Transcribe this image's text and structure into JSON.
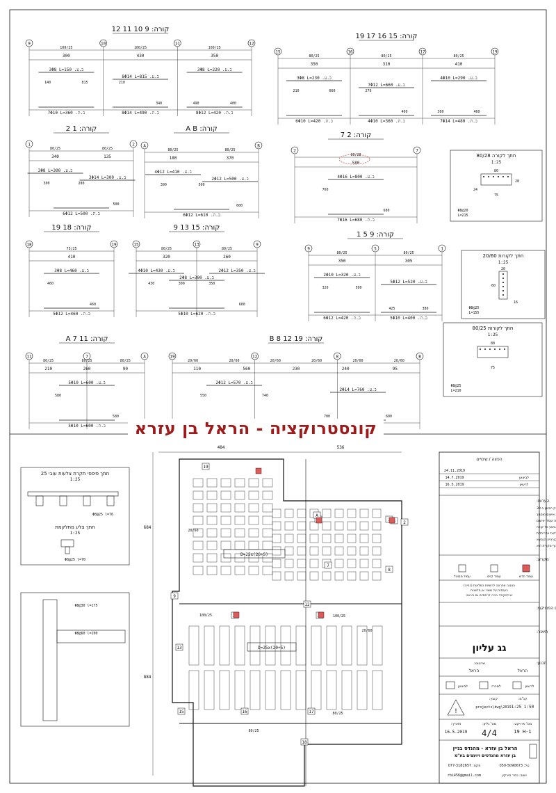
{
  "banner": {
    "title": "קונסטרוקציה - הראל בן עזרא"
  },
  "beams": [
    {
      "id": "b1",
      "title": "קורה: 9 10 11 12",
      "axes": [
        "9",
        "10",
        "11",
        "12"
      ],
      "sizes": [
        "100/25",
        "100/25",
        "100/25"
      ],
      "spans": [
        "300",
        "430",
        "350"
      ],
      "notes": [
        "3Φ8 L=150 .ב.ע",
        "8Φ14 L=815 .ב.ע",
        "3Φ8 L=220 .ב.ע",
        "7Φ10 L=360 .ב.ת",
        "8Φ14 L=490 .ב.ת",
        "8Φ12 L=420 .ב.ת"
      ],
      "dims": [
        "140",
        "815",
        "210",
        "340",
        "490",
        "400"
      ]
    },
    {
      "id": "b2",
      "title": "קורה: 15 16 17 19",
      "axes": [
        "15",
        "16",
        "17",
        "19"
      ],
      "sizes": [
        "80/25",
        "80/25",
        "80/25"
      ],
      "spans": [
        "350",
        "310",
        "410"
      ],
      "notes": [
        "3Φ8 L=230 .ב.ע",
        "7Φ12 L=660 .ב.ע",
        "4Φ10 L=290 .ב.ע",
        "6Φ10 L=420 .ב.ת",
        "4Φ10 L=360 .ב.ת",
        "7Φ14 L=480 .ב.ת"
      ],
      "dims": [
        "210",
        "660",
        "270",
        "400",
        "360",
        "460"
      ]
    },
    {
      "id": "b3",
      "title": "קורה: 1 2",
      "axes": [
        "1",
        "2"
      ],
      "sizes": [
        "80/25",
        "80/25"
      ],
      "spans": [
        "340",
        "135"
      ],
      "notes": [
        "3Φ8 L=300 .ב.ע",
        "3Φ14 L=300 .ב.ע",
        "6Φ12 L=500 .ב.ת"
      ],
      "dims": [
        "300",
        "280",
        "500"
      ]
    },
    {
      "id": "b4",
      "title": "קורה: A B",
      "axes": [
        "A",
        "B"
      ],
      "sizes": [
        "80/25",
        "80/25"
      ],
      "spans": [
        "180",
        "370"
      ],
      "notes": [
        "4Φ12 L=410 .ב.ע",
        "2Φ12 L=500 .ב.ע",
        "6Φ12 L=610 .ב.ת"
      ],
      "dims": [
        "390",
        "500",
        "600"
      ]
    },
    {
      "id": "b5",
      "title": "קורה: 2 7",
      "axes": [
        "2",
        "7"
      ],
      "sizes": [
        "80/28"
      ],
      "spans": [
        "580"
      ],
      "notes": [
        "4Φ16 L=800 .ב.ע",
        "7Φ16 L=680 .ב.ת"
      ],
      "dims": [
        "760",
        "680"
      ]
    },
    {
      "id": "b6",
      "title": "קורה: 18 19",
      "axes": [
        "18",
        "19"
      ],
      "sizes": [
        "75/25"
      ],
      "spans": [
        "410"
      ],
      "notes": [
        "3Φ8 L=460 .ב.ע",
        "5Φ12 L=460 .ב.ת"
      ],
      "dims": [
        "460",
        "460"
      ]
    },
    {
      "id": "b7",
      "title": "קורה: 15 13 9",
      "axes": [
        "15",
        "13",
        "9"
      ],
      "sizes": [
        "80/25",
        "80/25"
      ],
      "spans": [
        "320",
        "260"
      ],
      "notes": [
        "4Φ10 L=430 .ב.ע",
        "2Φ8 L=300 .ב.ע",
        "2Φ12 L=350 .ב.ע",
        "5Φ10 L=620 .ב.ת"
      ],
      "dims": [
        "430",
        "300",
        "350",
        "600"
      ]
    },
    {
      "id": "b8",
      "title": "קורה: 9 5 1",
      "axes": [
        "9",
        "5",
        "1"
      ],
      "sizes": [
        "80/25",
        "80/25"
      ],
      "spans": [
        "350",
        "305"
      ],
      "notes": [
        "2Φ10 L=320 .ב.ע",
        "5Φ12 L=520 .ב.ע",
        "6Φ12 L=420 .ב.ת",
        "5Φ10 L=400 .ב.ת"
      ],
      "dims": [
        "320",
        "500",
        "425",
        "380"
      ]
    },
    {
      "id": "b9",
      "title": "קורה: 11 7 A",
      "axes": [
        "11",
        "7",
        "A"
      ],
      "sizes": [
        "80/25",
        "80/25",
        "80/25"
      ],
      "spans": [
        "210",
        "260",
        "90"
      ],
      "notes": [
        "5Φ10 L=600 .ב.ע",
        "5Φ10 L=600 .ב.ת"
      ],
      "dims": [
        "580",
        "580"
      ]
    },
    {
      "id": "b10",
      "title": "קורה: 19 12 8 B",
      "axes": [
        "19",
        "12",
        "8",
        "B"
      ],
      "sizes": [
        "20/60",
        "20/60",
        "20/60",
        "20/60",
        "20/60",
        "20/60"
      ],
      "spans": [
        "110",
        "560",
        "230",
        "240",
        "95"
      ],
      "notes": [
        "2Φ12 L=570 .ב.ע",
        "2Φ14 L=760 .ב.ע",
        "5Φ14 L=700 .ב.ת",
        "5Φ10 L=600 .ב.ת"
      ],
      "dims": [
        "550",
        "740",
        "700",
        "600"
      ]
    }
  ],
  "sections": [
    {
      "title": "חתך לקורה 80/28",
      "scale": "1:25",
      "dims": [
        "80",
        "28",
        "24",
        "75"
      ],
      "notes": [
        "Φ8@20",
        "L=215"
      ]
    },
    {
      "title": "חתך לקורות 20/60",
      "scale": "1:25",
      "dims": [
        "20",
        "60",
        "16"
      ],
      "notes": [
        "Φ8@25",
        "L=155"
      ]
    },
    {
      "title": "חתך לקורות 80/25",
      "scale": "1:25",
      "dims": [
        "80",
        "75"
      ],
      "notes": [
        "Φ8@25",
        "L=210"
      ]
    }
  ],
  "details": {
    "d1_title": "חתך פיפסי תקרת צלעות עובי 25",
    "d1_scale": "1:25",
    "d2_title": "חתך צלע מתלקמת",
    "d2_scale": "1:25",
    "d1_notes": [
      "Φ8@25 l=76"
    ],
    "d2_notes": [
      "Φ8@25 l=70"
    ],
    "d3_notes": [
      "Φ8@30 l=175",
      "Φ8@60 l=100"
    ]
  },
  "plan": {
    "top_dims": [
      "484",
      "536"
    ],
    "left_dims": [
      "684",
      "884"
    ],
    "labels": [
      "D=25x(20+5)",
      "D=25x(20+5)",
      "100/25",
      "80/25",
      "100/25",
      "80/25",
      "20/60",
      "20/60"
    ],
    "axes": [
      "1",
      "2",
      "5",
      "7",
      "8",
      "9",
      "10",
      "11",
      "12",
      "13",
      "15",
      "16",
      "17",
      "18",
      "19",
      "A",
      "B"
    ]
  },
  "title_block": {
    "rev_header": "הפצה / שינויים",
    "rev_rows": [
      [
        "24.11.2019",
        ""
      ],
      [
        "14.7.2019",
        "לביצוע"
      ],
      [
        "16.5.2019",
        "לרשיון"
      ]
    ],
    "notes_header": "הערות:",
    "notes": [
      "- שוק הבטון ב-30",
      "- עבודות אישום יבוצעו ע\"י קבלן אישום מוסמך",
      "  בהתאם לתקנות ועמדי אישום",
      "- יש לערכב את התוכנית עם שנות רדוי בינוע כל קורה",
      "- יש להקדים תזכירה בעמוד הצטרפות אדריכלית",
      "- יש להקפיד משכבות משואת כקורוזיה הנמצא",
      "  יעוקף תחקיה של גוף מקרית היא"
    ],
    "legend_header": "מקרא:",
    "legend": [
      "עמוד חדש",
      "עמוד קיים",
      "עמוד מבוטל"
    ],
    "legend_note": [
      "הצגנה אחרונה לרשויות המלאות (בנייה)",
      "בעמדות על ששיר או חלשנות",
      "יש להקפיד בנייה לרתמיים גם ביכונה"
    ],
    "project_label": "שם הפרויקט:",
    "drawing_label": "תיאור:",
    "drawing_title": "גג עליון",
    "designer_label": "תכנון:",
    "designer": "הראל",
    "drawn_label": "שרטוט:",
    "drawn": "הראל",
    "status": [
      "לרשיון",
      "למכרז",
      "לביצוע"
    ],
    "scale_label": "קנ\"מ:",
    "scale": "1:25 1:50",
    "file_label": "קובץ:",
    "file": "projects\\dwg\\2019",
    "date_label": "תאריך:",
    "date": "16.5.2019",
    "sheet_label": "מס' גליון:",
    "sheet": "4/4",
    "proj_no_label": "מס' פרויקט:",
    "proj_no": "19 H-1",
    "firm": "הראל בן עזרא - מהנדס בניין",
    "firm_sub": "בן עזרא מהנדסים ויועצים בע\"מ",
    "tel": "טל: 050-5090673",
    "fax": "פקס: 077-3182657",
    "addr": "ישוב: כפר סירקין",
    "email": "rbi456@gmail.com"
  },
  "colors": {
    "ink": "#111111",
    "banner": "#9e1b1b",
    "column_new": "#e05a5a"
  }
}
